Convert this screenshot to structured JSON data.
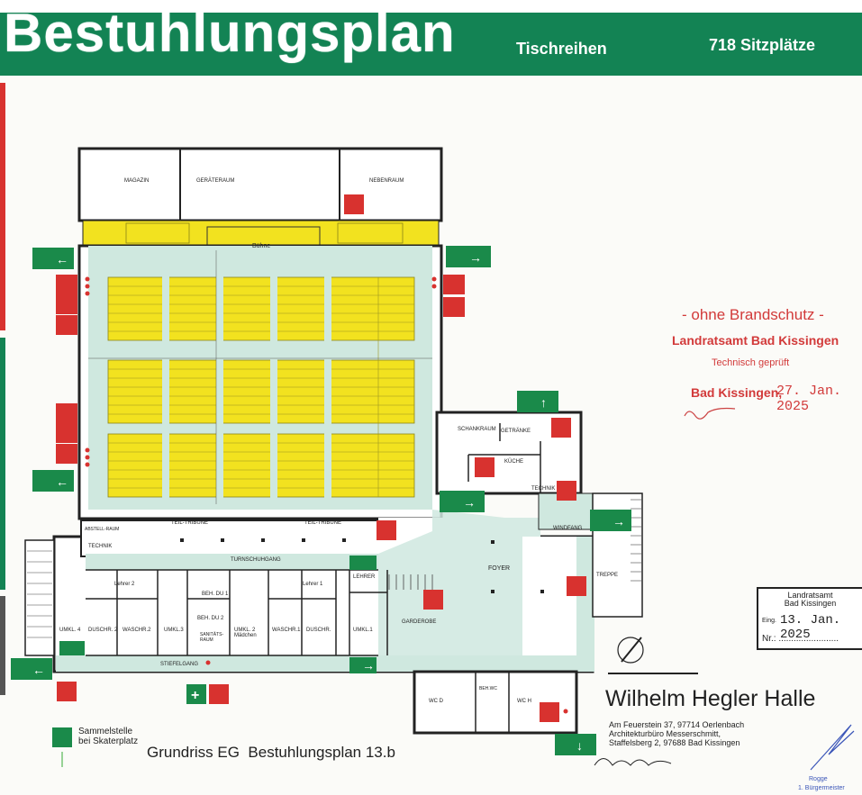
{
  "header": {
    "title": "Bestuhlungsplan",
    "subtitle_left": "Tischreihen",
    "subtitle_right": "718 Sitzplätze"
  },
  "rooms": {
    "magazin": "MAGAZIN",
    "geraeteraum": "GERÄTERAUM",
    "nebenraum": "NEBENRAUM",
    "buehne": "Bühne",
    "schankraum": "SCHANKRAUM",
    "getraenke": "GETRÄNKE",
    "kueche": "KÜCHE",
    "technik_right": "TECHNIK",
    "windfang": "WINDFANG",
    "teiltribuene_left": "TEIL-TRIBÜNE",
    "teiltribuene_right": "TEIL-TRIBÜNE",
    "abstellraum": "ABSTELL-RAUM",
    "technik_left": "TECHNIK",
    "turnschuhgang": "TURNSCHUHGANG",
    "foyer": "FOYER",
    "treppe": "TREPPE",
    "lehrer2": "Lehrer 2",
    "lehrer1": "Lehrer 1",
    "lehrer": "LEHRER",
    "beh_du1": "BEH. DU 1",
    "beh_du2": "BEH. DU 2",
    "garderobe": "GARDEROBE",
    "umkl4": "UMKL. 4",
    "duschr2": "DUSCHR. 2",
    "waschr2": "WASCHR.2",
    "umkl3": "UMKL.3",
    "sanitaetsraum": "SANITÄTS-RAUM",
    "umkl2": "UMKL. 2 Mädchen",
    "waschr1": "WASCHR.1",
    "duschr1": "DUSCHR.",
    "umkl1": "UMKL.1",
    "stiefelgang": "STIEFELGANG",
    "wcd": "WC D",
    "behwc": "BEH.WC",
    "wch": "WC H"
  },
  "stamp_brandschutz": {
    "line1": "- ohne Brandschutz -",
    "line2": "Landratsamt Bad Kissingen",
    "line3": "Technisch geprüft",
    "place": "Bad Kissingen,",
    "date": "27. Jan. 2025"
  },
  "stamp_eingang": {
    "line1": "Landratsamt",
    "line2": "Bad Kissingen",
    "label_eing": "Eing.",
    "date": "13. Jan. 2025",
    "label_nr": "Nr.: ........................"
  },
  "hall": {
    "name": "Wilhelm Hegler Halle",
    "address1": "Am Feuerstein 37, 97714 Oerlenbach",
    "address2": "Architekturbüro Messerschmitt,",
    "address3": "Staffelsberg 2, 97688 Bad Kissingen"
  },
  "signature_right": {
    "name": "Rogge",
    "role": "1. Bürgermeister"
  },
  "legend": {
    "assembly1": "Sammelstelle",
    "assembly2": "bei Skaterplatz"
  },
  "caption": "Grundriss EG  Bestuhlungsplan 13.b",
  "colors": {
    "brand_green": "#138354",
    "seat_yellow": "#f2e21f",
    "floor_mint": "#cfe8df",
    "exit_green": "#1a8a4a",
    "fire_red": "#d8322f",
    "stamp_red": "#d23a3a"
  }
}
